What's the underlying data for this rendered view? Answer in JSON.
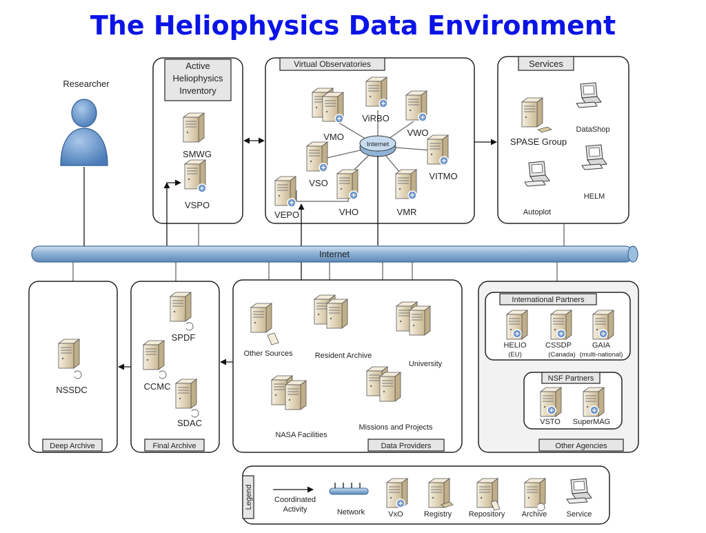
{
  "title": "The Heliophysics Data Environment",
  "researcher": "Researcher",
  "internet_bus": "Internet",
  "internet_hub": "Internet",
  "panels": {
    "ahi": "Active Heliophysics Inventory",
    "vo": "Virtual Observatories",
    "services": "Services",
    "deep": "Deep Archive",
    "final": "Final Archive",
    "providers": "Data Providers",
    "other": "Other Agencies",
    "intl": "International Partners",
    "nsf": "NSF Partners",
    "legend": "Legend"
  },
  "ahi": {
    "smwg": "SMWG",
    "vspo": "VSPO"
  },
  "vo_nodes": {
    "vmo": "VMO",
    "virbo": "ViRBO",
    "vwo": "VWO",
    "vso": "VSO",
    "vitmo": "VITMO",
    "vepo": "VEPO",
    "vho": "VHO",
    "vmr": "VMR"
  },
  "services": {
    "spase": "SPASE Group",
    "datashop": "DataShop",
    "autoplot": "Autoplot",
    "helm": "HELM"
  },
  "deep": {
    "nssdc": "NSSDC"
  },
  "final": {
    "spdf": "SPDF",
    "ccmc": "CCMC",
    "sdac": "SDAC"
  },
  "providers": {
    "other_sources": "Other Sources",
    "resident": "Resident Archive",
    "university": "University",
    "nasa": "NASA Facilities",
    "missions": "Missions and Projects"
  },
  "intl": {
    "helio": "HELIO",
    "helio_sub": "(EU)",
    "cssdp": "CSSDP",
    "cssdp_sub": "(Canada)",
    "gaia": "GAIA",
    "gaia_sub": "(multi-national)"
  },
  "nsf": {
    "vsto": "VSTO",
    "supermag": "SuperMAG"
  },
  "legend": {
    "coordinated_1": "Coordinated",
    "coordinated_2": "Activity",
    "network": "Network",
    "vxo": "VxO",
    "registry": "Registry",
    "repository": "Repository",
    "archive": "Archive",
    "service": "Service"
  },
  "colors": {
    "title": "#0a14e6",
    "bus": "#8fb3d6",
    "person": "#5b8fc9",
    "server": "#e9dcc2",
    "vxo_badge": "#6f95c7"
  }
}
